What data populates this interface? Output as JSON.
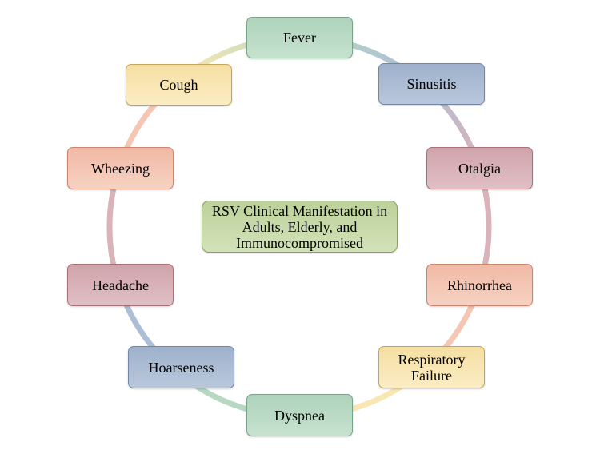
{
  "center_label": "RSV Clinical Manifestation in Adults, Elderly, and Immunocompromised",
  "nodes": [
    "Fever",
    "Sinusitis",
    "Otalgia",
    "Rhinorrhea",
    "Respiratory Failure",
    "Dyspnea",
    "Hoarseness",
    "Headache",
    "Wheezing",
    "Cough"
  ],
  "colors": {
    "green": "#b7d9c3",
    "blue": "#aebed6",
    "rose": "#d9b3b9",
    "salmon": "#f5c6b4",
    "yellow": "#f8e6b3",
    "center": "#c8dbaa"
  }
}
